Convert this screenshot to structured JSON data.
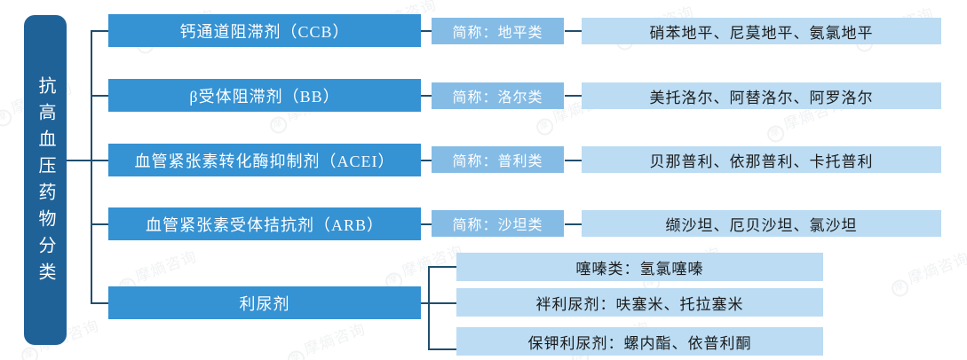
{
  "diagram": {
    "title": "抗高血压药物分类",
    "root": {
      "label": "抗高血压药物分类"
    },
    "colors": {
      "root_box": "#1F6298",
      "level1_box": "#3592D3",
      "level2_box": "#85BCE6",
      "level3_box": "#BBDCF3",
      "connector": "#1F4E6E",
      "background": "#FFFFFF",
      "watermark": "#F0F2F4"
    },
    "branches": [
      {
        "category": "钙通道阻滞剂（CCB）",
        "abbrev": "简称：地平类",
        "drugs": "硝苯地平、尼莫地平、氨氯地平"
      },
      {
        "category": "β受体阻滞剂（BB）",
        "abbrev": "简称：洛尔类",
        "drugs": "美托洛尔、阿替洛尔、阿罗洛尔"
      },
      {
        "category": "血管紧张素转化酶抑制剂（ACEI）",
        "abbrev": "简称：普利类",
        "drugs": "贝那普利、依那普利、卡托普利"
      },
      {
        "category": "血管紧张素受体拮抗剂（ARB）",
        "abbrev": "简称：沙坦类",
        "drugs": "缬沙坦、厄贝沙坦、氯沙坦"
      }
    ],
    "diuretic": {
      "category": "利尿剂",
      "subtypes": [
        "噻嗪类：氢氯噻嗪",
        "袢利尿剂：呋塞米、托拉塞米",
        "保钾利尿剂：螺内酯、依普利酮"
      ]
    },
    "watermarks": [
      "摩熵咨询",
      "摩熵咨询",
      "摩熵咨询",
      "摩熵咨询",
      "摩熵咨询",
      "摩熵咨询",
      "摩熵咨询",
      "摩熵咨询",
      "摩熵咨询",
      "摩熵咨询",
      "摩熵咨询",
      "摩熵咨询"
    ]
  }
}
